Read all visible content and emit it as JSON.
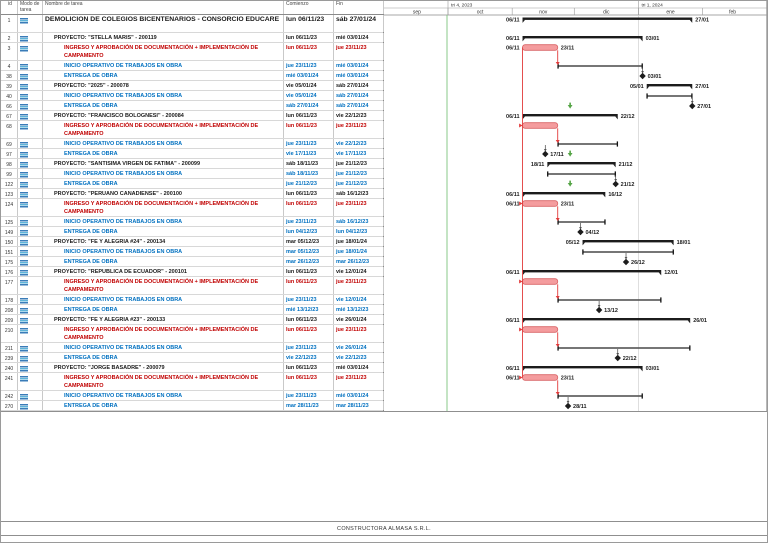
{
  "table": {
    "columns": [
      {
        "label": "id"
      },
      {
        "label": "Modo de tarea"
      },
      {
        "label": "Nombre de tarea"
      },
      {
        "label": "Comienzo"
      },
      {
        "label": "Fin"
      }
    ]
  },
  "timeline": {
    "quarters": [
      {
        "label": "tri 4, 2023",
        "start": "2023-10-01"
      },
      {
        "label": "tri 1, 2024",
        "start": "2024-01-01"
      }
    ],
    "months": [
      {
        "label": "sep",
        "start": "2023-09-01",
        "end": "2023-10-01"
      },
      {
        "label": "oct",
        "start": "2023-10-01",
        "end": "2023-11-01"
      },
      {
        "label": "nov",
        "start": "2023-11-01",
        "end": "2023-12-01"
      },
      {
        "label": "dic",
        "start": "2023-12-01",
        "end": "2024-01-01"
      },
      {
        "label": "ene",
        "start": "2024-01-01",
        "end": "2024-02-01"
      },
      {
        "label": "feb",
        "start": "2024-02-01",
        "end": "2024-03-01"
      }
    ]
  },
  "colors": {
    "summary_bar": "#1c1c1c",
    "task_bar": "#555555",
    "task_cap": "#111111",
    "ingreso_fill": "#F49C9E",
    "ingreso_stroke": "#D96466",
    "link_red": "#E23B3B",
    "connector": "#444444",
    "deadline_green": "#55A546",
    "today_line": "#7DC47D",
    "quarter_line": "#d0d0d0",
    "text_red": "#C00000",
    "text_blue": "#0070C0",
    "text_black": "#1a1a1a"
  },
  "tasks": [
    {
      "id": 1,
      "name": "DEMOLICION DE COLEGIOS BICENTENARIOS - CONSORCIO EDUCARE",
      "lines": 2,
      "level": 0,
      "color": "black",
      "big": true,
      "comienzo": "lun 06/11/23",
      "fin": "sáb 27/01/24",
      "bar": {
        "type": "summary",
        "start": "2023-11-06",
        "end": "2024-01-27",
        "label_left": "06/11",
        "label_right": "27/01"
      }
    },
    {
      "id": 2,
      "name": "PROYECTO: \"STELLA MARIS\" - 200119",
      "lines": 1,
      "level": 1,
      "color": "black",
      "comienzo": "lun 06/11/23",
      "fin": "mié 03/01/24",
      "bar": {
        "type": "summary",
        "start": "2023-11-06",
        "end": "2024-01-03",
        "label_left": "06/11",
        "label_right": "03/01"
      }
    },
    {
      "id": 3,
      "name": "INGRESO Y APROBACIÓN DE DOCUMENTACIÓN + IMPLEMENTACIÓN DE CAMPAMENTO",
      "lines": 2,
      "level": 2,
      "color": "red",
      "comienzo": "lun 06/11/23",
      "fin": "jue 23/11/23",
      "bar": {
        "type": "ingreso",
        "start": "2023-11-06",
        "end": "2023-11-23",
        "label_left": "06/11",
        "label_right": "23/11"
      }
    },
    {
      "id": 4,
      "name": "INICIO OPERATIVO DE TRABAJOS EN OBRA",
      "lines": 1,
      "level": 2,
      "color": "blue",
      "comienzo": "jue 23/11/23",
      "fin": "mié 03/01/24",
      "bar": {
        "type": "task",
        "start": "2023-11-23",
        "end": "2024-01-03"
      }
    },
    {
      "id": 38,
      "name": "ENTREGA DE OBRA",
      "lines": 1,
      "level": 2,
      "color": "blue",
      "comienzo": "mié 03/01/24",
      "fin": "mié 03/01/24",
      "bar": {
        "type": "milestone",
        "date": "2024-01-03",
        "label": "03/01"
      }
    },
    {
      "id": 39,
      "name": "PROYECTO: \"2025\" - 200078",
      "lines": 1,
      "level": 1,
      "color": "black",
      "comienzo": "vie 05/01/24",
      "fin": "sáb 27/01/24",
      "bar": {
        "type": "summary",
        "start": "2024-01-05",
        "end": "2024-01-27",
        "label_left": "05/01",
        "label_right": "27/01"
      }
    },
    {
      "id": 40,
      "name": "INICIO OPERATIVO DE TRABAJOS EN OBRA",
      "lines": 1,
      "level": 2,
      "color": "blue",
      "comienzo": "vie 05/01/24",
      "fin": "sáb 27/01/24",
      "bar": {
        "type": "task",
        "start": "2024-01-05",
        "end": "2024-01-27"
      }
    },
    {
      "id": 66,
      "name": "ENTREGA DE OBRA",
      "lines": 1,
      "level": 2,
      "color": "blue",
      "comienzo": "sáb 27/01/24",
      "fin": "sáb 27/01/24",
      "bar": {
        "type": "milestone",
        "date": "2024-01-27",
        "label": "27/01"
      },
      "deadline": "2023-11-29"
    },
    {
      "id": 67,
      "name": "PROYECTO: \"FRANCISCO BOLOGNESI\" - 200084",
      "lines": 1,
      "level": 1,
      "color": "black",
      "comienzo": "lun 06/11/23",
      "fin": "vie 22/12/23",
      "bar": {
        "type": "summary",
        "start": "2023-11-06",
        "end": "2023-12-22",
        "label_left": "06/11",
        "label_right": "22/12"
      }
    },
    {
      "id": 68,
      "name": "INGRESO Y APROBACIÓN DE DOCUMENTACIÓN + IMPLEMENTACIÓN DE CAMPAMENTO",
      "lines": 2,
      "level": 2,
      "color": "red",
      "comienzo": "lun 06/11/23",
      "fin": "jue 23/11/23",
      "bar": {
        "type": "ingreso",
        "start": "2023-11-06",
        "end": "2023-11-23"
      }
    },
    {
      "id": 69,
      "name": "INICIO OPERATIVO DE TRABAJOS EN OBRA",
      "lines": 1,
      "level": 2,
      "color": "blue",
      "comienzo": "jue 23/11/23",
      "fin": "vie 22/12/23",
      "bar": {
        "type": "task",
        "start": "2023-11-23",
        "end": "2023-12-22"
      }
    },
    {
      "id": 97,
      "name": "ENTREGA DE OBRA",
      "lines": 1,
      "level": 2,
      "color": "blue",
      "comienzo": "vie 17/11/23",
      "fin": "vie 17/11/23",
      "bar": {
        "type": "milestone",
        "date": "2023-11-17",
        "label": "17/11"
      },
      "deadline": "2023-11-29"
    },
    {
      "id": 98,
      "name": "PROYECTO: \"SANTISIMA VIRGEN DE FATIMA\" - 200099",
      "lines": 1,
      "level": 1,
      "color": "black",
      "comienzo": "sáb 18/11/23",
      "fin": "jue 21/12/23",
      "bar": {
        "type": "summary",
        "start": "2023-11-18",
        "end": "2023-12-21",
        "label_left": "18/11",
        "label_right": "21/12"
      }
    },
    {
      "id": 99,
      "name": "INICIO OPERATIVO DE TRABAJOS EN OBRA",
      "lines": 1,
      "level": 2,
      "color": "blue",
      "comienzo": "sáb 18/11/23",
      "fin": "jue 21/12/23",
      "bar": {
        "type": "task",
        "start": "2023-11-18",
        "end": "2023-12-21"
      }
    },
    {
      "id": 122,
      "name": "ENTREGA DE OBRA",
      "lines": 1,
      "level": 2,
      "color": "blue",
      "comienzo": "jue 21/12/23",
      "fin": "jue 21/12/23",
      "bar": {
        "type": "milestone",
        "date": "2023-12-21",
        "label": "21/12"
      },
      "deadline": "2023-11-29"
    },
    {
      "id": 123,
      "name": "PROYECTO: \"PERUANO CANADIENSE\" - 200100",
      "lines": 1,
      "level": 1,
      "color": "black",
      "comienzo": "lun 06/11/23",
      "fin": "sáb 16/12/23",
      "bar": {
        "type": "summary",
        "start": "2023-11-06",
        "end": "2023-12-16",
        "label_left": "06/11",
        "label_right": "16/12"
      }
    },
    {
      "id": 124,
      "name": "INGRESO Y APROBACIÓN DE DOCUMENTACIÓN + IMPLEMENTACIÓN DE CAMPAMENTO",
      "lines": 2,
      "level": 2,
      "color": "red",
      "comienzo": "lun 06/11/23",
      "fin": "jue 23/11/23",
      "bar": {
        "type": "ingreso",
        "start": "2023-11-06",
        "end": "2023-11-23",
        "label_left": "06/11",
        "label_right": "23/11"
      }
    },
    {
      "id": 125,
      "name": "INICIO OPERATIVO DE TRABAJOS EN OBRA",
      "lines": 1,
      "level": 2,
      "color": "blue",
      "comienzo": "jue 23/11/23",
      "fin": "sáb 16/12/23",
      "bar": {
        "type": "task",
        "start": "2023-11-23",
        "end": "2023-12-16"
      }
    },
    {
      "id": 149,
      "name": "ENTREGA DE OBRA",
      "lines": 1,
      "level": 2,
      "color": "blue",
      "comienzo": "lun 04/12/23",
      "fin": "lun 04/12/23",
      "bar": {
        "type": "milestone",
        "date": "2023-12-04",
        "label": "04/12"
      }
    },
    {
      "id": 150,
      "name": "PROYECTO: \"FE Y ALEGRIA #24\" - 200134",
      "lines": 1,
      "level": 1,
      "color": "black",
      "comienzo": "mar 05/12/23",
      "fin": "jue 18/01/24",
      "bar": {
        "type": "summary",
        "start": "2023-12-05",
        "end": "2024-01-18",
        "label_left": "05/12",
        "label_right": "18/01"
      }
    },
    {
      "id": 151,
      "name": "INICIO OPERATIVO DE TRABAJOS EN OBRA",
      "lines": 1,
      "level": 2,
      "color": "blue",
      "comienzo": "mar 05/12/23",
      "fin": "jue 18/01/24",
      "bar": {
        "type": "task",
        "start": "2023-12-05",
        "end": "2024-01-18"
      }
    },
    {
      "id": 175,
      "name": "ENTREGA DE OBRA",
      "lines": 1,
      "level": 2,
      "color": "blue",
      "comienzo": "mar 26/12/23",
      "fin": "mar 26/12/23",
      "bar": {
        "type": "milestone",
        "date": "2023-12-26",
        "label": "26/12"
      }
    },
    {
      "id": 176,
      "name": "PROYECTO: \"REPUBLICA DE ECUADOR\" - 200101",
      "lines": 1,
      "level": 1,
      "color": "black",
      "comienzo": "lun 06/11/23",
      "fin": "vie 12/01/24",
      "bar": {
        "type": "summary",
        "start": "2023-11-06",
        "end": "2024-01-12",
        "label_left": "06/11",
        "label_right": "12/01"
      }
    },
    {
      "id": 177,
      "name": "INGRESO Y APROBACIÓN DE DOCUMENTACIÓN + IMPLEMENTACIÓN DE CAMPAMENTO",
      "lines": 2,
      "level": 2,
      "color": "red",
      "comienzo": "lun 06/11/23",
      "fin": "jue 23/11/23",
      "bar": {
        "type": "ingreso",
        "start": "2023-11-06",
        "end": "2023-11-23"
      }
    },
    {
      "id": 178,
      "name": "INICIO OPERATIVO DE TRABAJOS EN OBRA",
      "lines": 1,
      "level": 2,
      "color": "blue",
      "comienzo": "jue 23/11/23",
      "fin": "vie 12/01/24",
      "bar": {
        "type": "task",
        "start": "2023-11-23",
        "end": "2024-01-12"
      }
    },
    {
      "id": 208,
      "name": "ENTREGA DE OBRA",
      "lines": 1,
      "level": 2,
      "color": "blue",
      "comienzo": "mié 13/12/23",
      "fin": "mié 13/12/23",
      "bar": {
        "type": "milestone",
        "date": "2023-12-13",
        "label": "13/12"
      }
    },
    {
      "id": 209,
      "name": "PROYECTO: \"FE Y ALEGRIA #23\" - 200133",
      "lines": 1,
      "level": 1,
      "color": "black",
      "comienzo": "lun 06/11/23",
      "fin": "vie 26/01/24",
      "bar": {
        "type": "summary",
        "start": "2023-11-06",
        "end": "2024-01-26",
        "label_left": "06/11",
        "label_right": "26/01"
      }
    },
    {
      "id": 210,
      "name": "INGRESO Y APROBACIÓN DE DOCUMENTACIÓN + IMPLEMENTACIÓN DE CAMPAMENTO",
      "lines": 2,
      "level": 2,
      "color": "red",
      "comienzo": "lun 06/11/23",
      "fin": "jue 23/11/23",
      "bar": {
        "type": "ingreso",
        "start": "2023-11-06",
        "end": "2023-11-23"
      }
    },
    {
      "id": 211,
      "name": "INICIO OPERATIVO DE TRABAJOS EN OBRA",
      "lines": 1,
      "level": 2,
      "color": "blue",
      "comienzo": "jue 23/11/23",
      "fin": "vie 26/01/24",
      "bar": {
        "type": "task",
        "start": "2023-11-23",
        "end": "2024-01-26"
      }
    },
    {
      "id": 239,
      "name": "ENTREGA DE OBRA",
      "lines": 1,
      "level": 2,
      "color": "blue",
      "comienzo": "vie 22/12/23",
      "fin": "vie 22/12/23",
      "bar": {
        "type": "milestone",
        "date": "2023-12-22",
        "label": "22/12"
      }
    },
    {
      "id": 240,
      "name": "PROYECTO: \"JORGE BASADRE\" - 200079",
      "lines": 1,
      "level": 1,
      "color": "black",
      "comienzo": "lun 06/11/23",
      "fin": "mié 03/01/24",
      "bar": {
        "type": "summary",
        "start": "2023-11-06",
        "end": "2024-01-03",
        "label_left": "06/11",
        "label_right": "03/01"
      }
    },
    {
      "id": 241,
      "name": "INGRESO Y APROBACIÓN DE DOCUMENTACIÓN + IMPLEMENTACIÓN DE CAMPAMENTO",
      "lines": 2,
      "level": 2,
      "color": "red",
      "comienzo": "lun 06/11/23",
      "fin": "jue 23/11/23",
      "bar": {
        "type": "ingreso",
        "start": "2023-11-06",
        "end": "2023-11-23",
        "label_left": "06/11",
        "label_right": "23/11"
      }
    },
    {
      "id": 242,
      "name": "INICIO OPERATIVO DE TRABAJOS EN OBRA",
      "lines": 1,
      "level": 2,
      "color": "blue",
      "comienzo": "jue 23/11/23",
      "fin": "mié 03/01/24",
      "bar": {
        "type": "task",
        "start": "2023-11-23",
        "end": "2024-01-03"
      }
    },
    {
      "id": 270,
      "name": "ENTREGA DE OBRA",
      "lines": 1,
      "level": 2,
      "color": "blue",
      "comienzo": "mar 28/11/23",
      "fin": "mar 28/11/23",
      "bar": {
        "type": "milestone",
        "date": "2023-11-28",
        "label": "28/11"
      }
    }
  ],
  "footer": {
    "company": "CONSTRUCTORA ALMASA S.R.L."
  }
}
